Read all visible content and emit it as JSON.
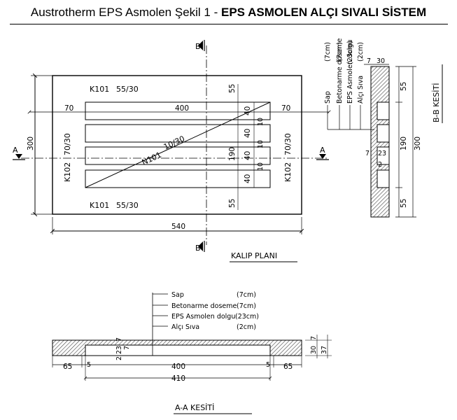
{
  "title": {
    "prefix": "Austrotherm EPS Asmolen Şekil 1 - ",
    "main": "EPS ASMOLEN ALÇI SIVALI SİSTEM"
  },
  "plan": {
    "caption": "KALIP PLANI",
    "section_a": "A",
    "section_b": "B",
    "beam_top": "K101",
    "beam_top_size": "55/30",
    "beam_bottom": "K101",
    "beam_bottom_size": "55/30",
    "beam_left": "K102",
    "beam_left_size": "70/30",
    "beam_right": "K102",
    "beam_right_size": "70/30",
    "slab": "N101",
    "slab_size": "10/30",
    "dims": {
      "total_width": "540",
      "total_height": "300",
      "left_margin": "70",
      "right_margin": "70",
      "inner_width": "400",
      "top_band": "55",
      "bottom_band": "55",
      "inner_height": "190",
      "rib_strip_1": "40",
      "rib_strip_2": "40",
      "rib_strip_3": "40",
      "rib_strip_4": "40",
      "rib_gap_1": "10",
      "rib_gap_2": "10",
      "rib_gap_3": "10"
    }
  },
  "section_bb": {
    "caption": "B-B KESİTİ",
    "layers_vertical": [
      "Sap",
      "Betonarme doseme",
      "EPS Asmolen dolgu",
      "Alçı Sıva"
    ],
    "thickness_vertical": [
      "(7cm)",
      "(7cm)",
      "(23cm)",
      "(2cm)"
    ],
    "dims": {
      "top_7": "7",
      "top_30": "30",
      "side_7": "7",
      "side_23": "23",
      "side_2": "2",
      "v55_top": "55",
      "v190": "190",
      "v300": "300",
      "v55_bottom": "55"
    }
  },
  "section_aa": {
    "caption": "A-A KESİTİ",
    "layers": [
      {
        "name": "Sap",
        "thickness": "(7cm)"
      },
      {
        "name": "Betonarme doseme",
        "thickness": "(7cm)"
      },
      {
        "name": "EPS Asmolen dolgu",
        "thickness": "(23cm)"
      },
      {
        "name": "Alçı Sıva",
        "thickness": "(2cm)"
      }
    ],
    "dims": {
      "left_65": "65",
      "left_5": "5",
      "inner_400": "400",
      "right_5": "5",
      "right_65": "65",
      "overall_410": "410",
      "left_7": "7",
      "left_23": "23",
      "left_2": "2",
      "left_7b": "7",
      "right_7": "7",
      "right_30": "30",
      "right_37": "37"
    }
  },
  "colors": {
    "line": "#000000",
    "hatch": "#444444",
    "background": "#ffffff"
  }
}
